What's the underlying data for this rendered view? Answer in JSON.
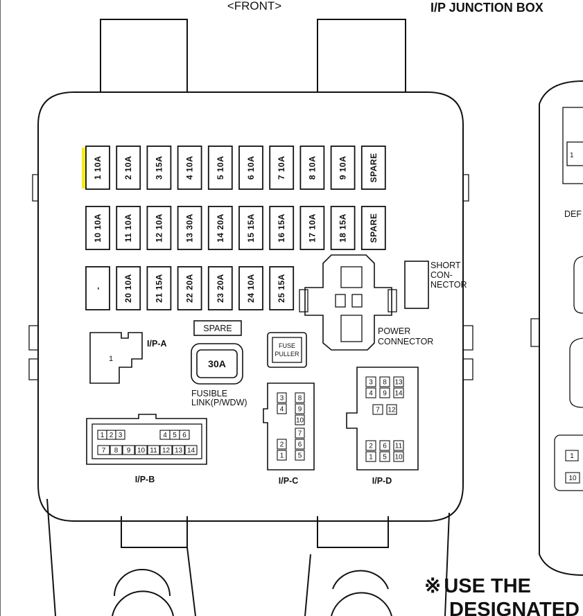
{
  "header": {
    "front": "<FRONT>",
    "title": "I/P JUNCTION BOX"
  },
  "fuse_rows": [
    [
      "1 10A",
      "2 10A",
      "3 15A",
      "4 10A",
      "5 10A",
      "6 10A",
      "7 10A",
      "8 10A",
      "9 10A",
      "SPARE"
    ],
    [
      "10 10A",
      "11 10A",
      "12 10A",
      "13 30A",
      "14 20A",
      "15 15A",
      "16 15A",
      "17 10A",
      "18 15A",
      "SPARE"
    ],
    [
      "-",
      "20 10A",
      "21 15A",
      "22 20A",
      "23 20A",
      "24 10A",
      "25 15A"
    ]
  ],
  "highlight": {
    "fuse": "1 10A",
    "color": "#f5ec1e"
  },
  "spare_label": "SPARE",
  "fusible_link": {
    "value": "30A",
    "label_line1": "FUSIBLE",
    "label_line2": "LINK(P/WDW)"
  },
  "fuse_puller": {
    "line1": "FUSE",
    "line2": "PULLER"
  },
  "short_connector": {
    "line1": "SHORT",
    "line2": "CON-",
    "line3": "NECTOR"
  },
  "power_connector": {
    "line1": "POWER",
    "line2": "CONNECTOR"
  },
  "connectors": {
    "ipa": {
      "name": "I/P-A",
      "pin": "1"
    },
    "ipb": {
      "name": "I/P-B",
      "row1a": [
        "1",
        "2",
        "3"
      ],
      "row1b": [
        "4",
        "5",
        "6"
      ],
      "row2": [
        "7",
        "8",
        "9",
        "10",
        "11",
        "12",
        "13",
        "14"
      ]
    },
    "ipc": {
      "name": "I/P-C",
      "upper": [
        "3",
        "4",
        "8",
        "9",
        "10"
      ],
      "lower": [
        "1",
        "2",
        "5",
        "6",
        "7"
      ]
    },
    "ipd": {
      "name": "I/P-D",
      "top": [
        "3",
        "4",
        "8",
        "9",
        "13",
        "14"
      ],
      "mid": [
        "7",
        "12"
      ],
      "bottom": [
        "1",
        "2",
        "5",
        "6",
        "10",
        "11"
      ]
    }
  },
  "side": {
    "label": "DEF",
    "pin1": "1",
    "pin10": "10",
    "pin_top": "1"
  },
  "note": {
    "symbol": "※",
    "line1": "USE THE",
    "line2": "DESIGNATED"
  }
}
